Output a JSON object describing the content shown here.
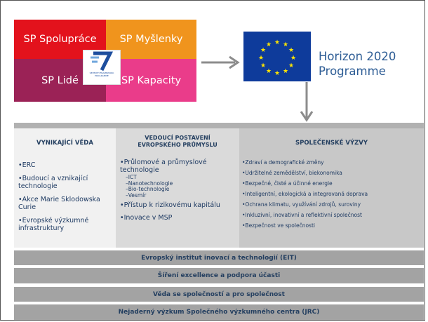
{
  "fp7": {
    "boxes": [
      {
        "label": "SP Spolupráce",
        "color": "#e3121c"
      },
      {
        "label": "SP Myšlenky",
        "color": "#f0941d"
      },
      {
        "label": "SP Lidé",
        "color": "#9b2256"
      },
      {
        "label": "SP Kapacity",
        "color": "#ea3c8a"
      }
    ],
    "logo_text": "SEVENTH FRAMEWORK PROGRAMME"
  },
  "horizon": {
    "line1": "Horizon 2020",
    "line2": "Programme",
    "flag_color": "#0e3b9b",
    "star_color": "#ffe600"
  },
  "columns": {
    "science": {
      "title": "VYNIKAJÍCÍ VĚDA",
      "items": [
        "•ERC",
        "•Budoucí a vznikající technologie",
        "•Akce Marie Sklodowska Curie",
        "•Evropské výzkumné infrastruktury"
      ]
    },
    "industry": {
      "title": "VEDOUCÍ POSTAVENÍ EVROPSKÉHO PRŮMYSLU",
      "items": [
        "•Průlomové a průmyslové technologie",
        "–ICT",
        "–Nanotechnologie",
        "–Bio-technologie",
        "–Vesmír",
        "•Přístup k rizikovému kapitálu",
        "•Inovace v MSP"
      ]
    },
    "society": {
      "title": "SPOLEČENSKÉ VÝZVY",
      "items": [
        "•Zdraví a demografické změny",
        "•Udržitelné zemědělství, biekonomika",
        "•Bezpečné, čisté a účinné energie",
        "•Inteligentní, ekologická a integrovaná doprava",
        "•Ochrana klimatu, využívání zdrojů, suroviny",
        "•Inkluzivní, inovativní a reflektivní společnost",
        "•Bezpečnost ve společnosti"
      ]
    }
  },
  "bands": [
    "Evropský institut inovací a technologií (EIT)",
    "Šíření excellence a podpora účasti",
    "Věda se společností a pro společnost",
    "Nejaderný výzkum Společného výzkumného centra (JRC)"
  ],
  "colors": {
    "grid_border": "#b1b1b1",
    "col_light": "#f1f1f1",
    "col_mid": "#dadada",
    "col_dark": "#c8c8c8",
    "band": "#a3a3a3",
    "text_blue": "#243f60",
    "arrow": "#8c8c8c"
  }
}
